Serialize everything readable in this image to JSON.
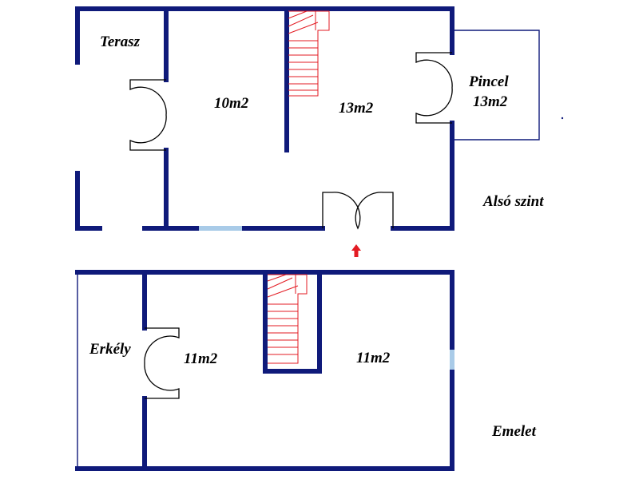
{
  "plan": {
    "ground_floor": {
      "title": "Alsó szint",
      "rooms": {
        "terrace": "Terasz",
        "room_10": "10m2",
        "room_13": "13m2",
        "cellar_name": "Pincel",
        "cellar_area": "13m2"
      }
    },
    "upper_floor": {
      "title": "Emelet",
      "rooms": {
        "balcony": "Erkély",
        "room_left": "11m2",
        "room_right": "11m2"
      }
    },
    "colors": {
      "wall": "#0f1a7a",
      "window": "#a9cbe8",
      "stairs": "#e31b23",
      "entrance_arrow": "#e31b23"
    }
  }
}
